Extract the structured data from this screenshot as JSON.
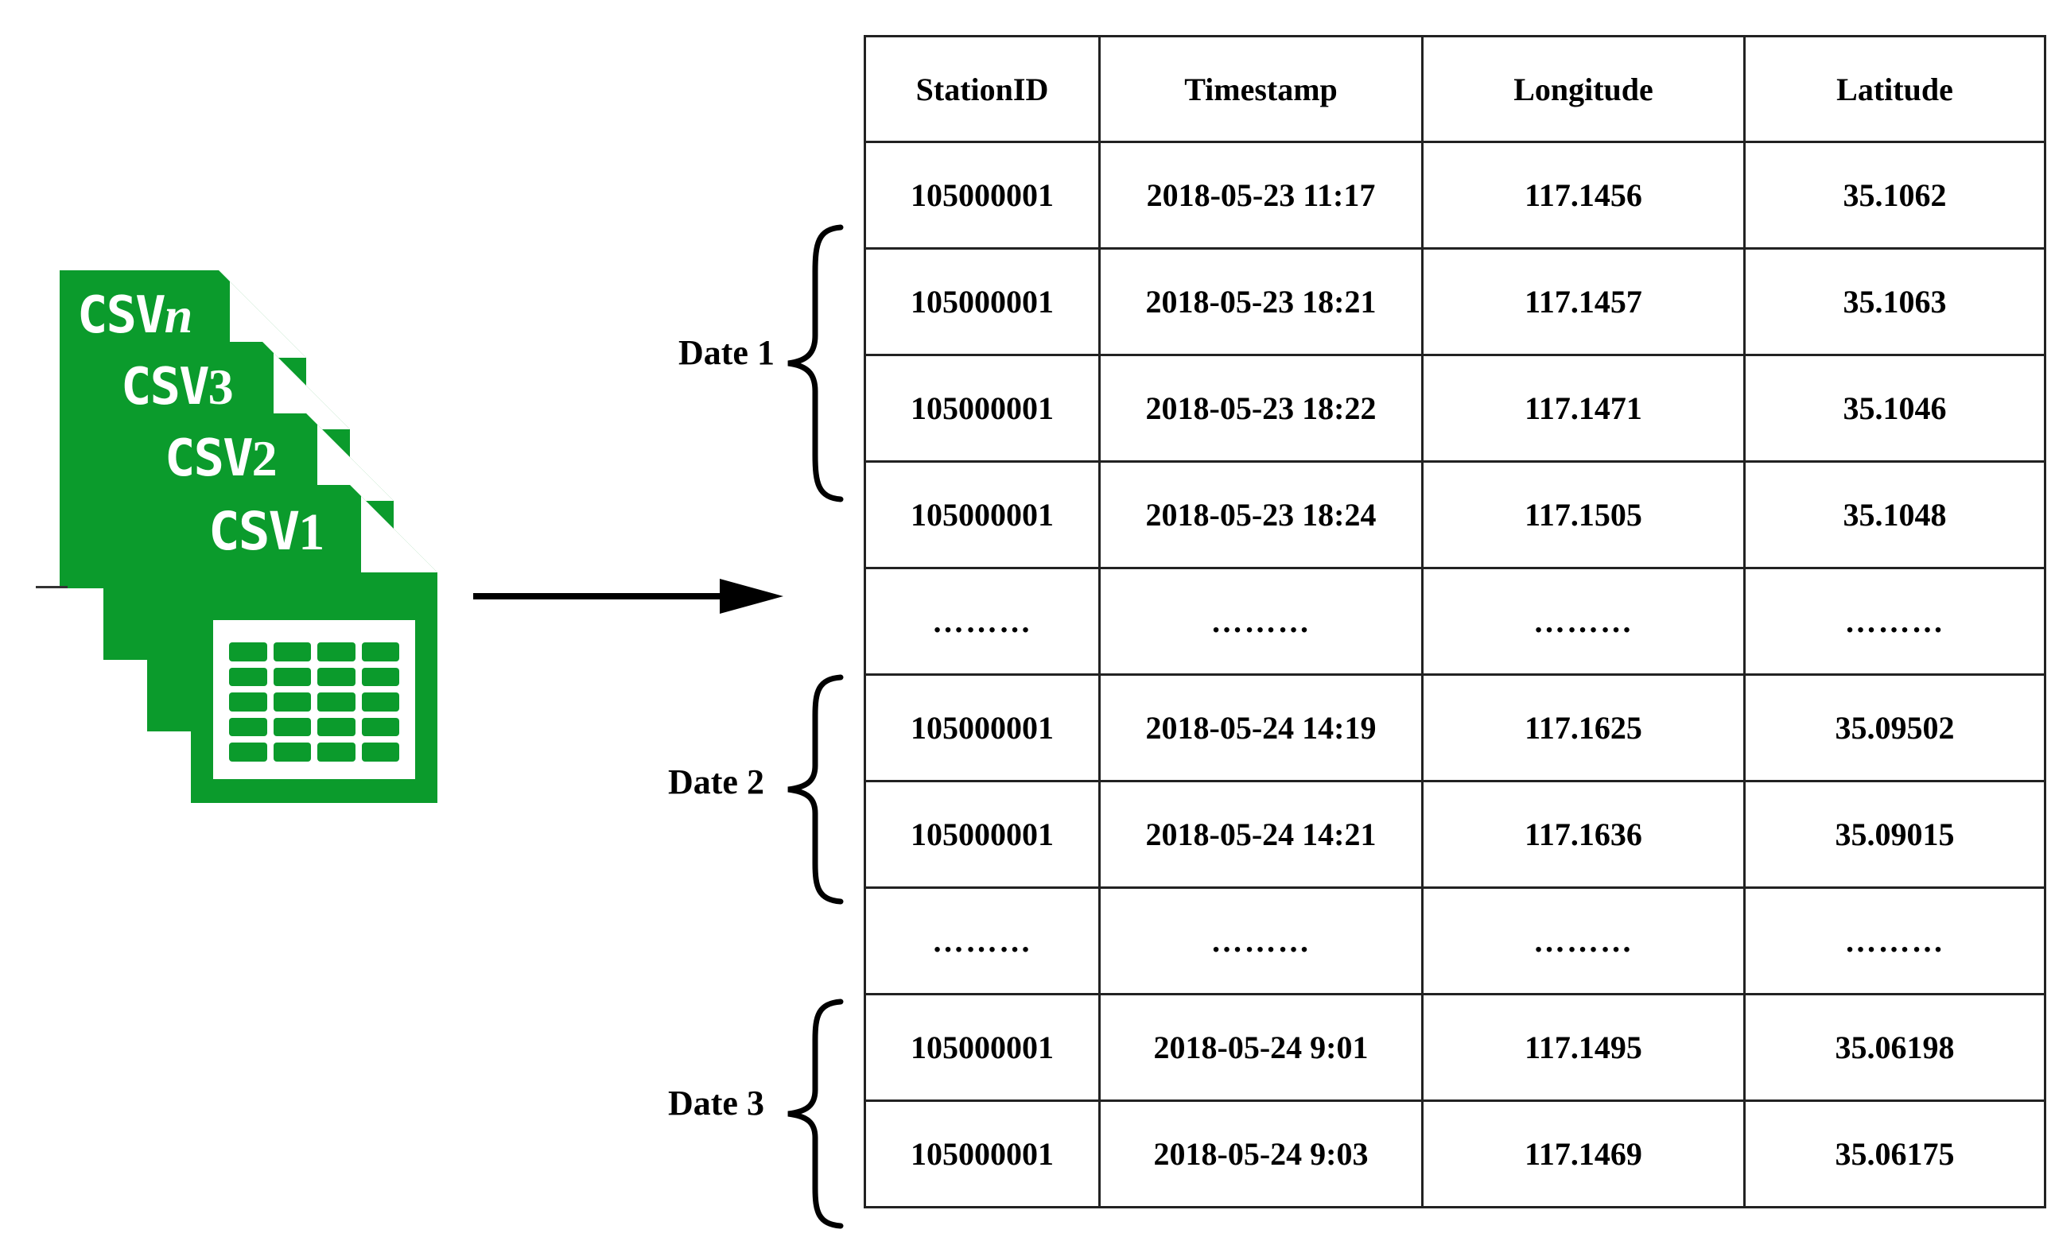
{
  "csv_files": [
    {
      "label": "CSV",
      "suffix": "n"
    },
    {
      "label": "CSV",
      "suffix": "3"
    },
    {
      "label": "CSV",
      "suffix": "2"
    },
    {
      "label": "CSV",
      "suffix": "1"
    }
  ],
  "groups": [
    {
      "label": "Date 1"
    },
    {
      "label": "Date 2"
    },
    {
      "label": "Date 3"
    }
  ],
  "table": {
    "headers": [
      "StationID",
      "Timestamp",
      "Longitude",
      "Latitude"
    ],
    "rows": [
      [
        "105000001",
        "2018-05-23 11:17",
        "117.1456",
        "35.1062"
      ],
      [
        "105000001",
        "2018-05-23 18:21",
        "117.1457",
        "35.1063"
      ],
      [
        "105000001",
        "2018-05-23 18:22",
        "117.1471",
        "35.1046"
      ],
      [
        "105000001",
        "2018-05-23 18:24",
        "117.1505",
        "35.1048"
      ],
      [
        "………",
        "………",
        "………",
        "………"
      ],
      [
        "105000001",
        "2018-05-24 14:19",
        "117.1625",
        "35.09502"
      ],
      [
        "105000001",
        "2018-05-24 14:21",
        "117.1636",
        "35.09015"
      ],
      [
        "………",
        "………",
        "………",
        "………"
      ],
      [
        "105000001",
        "2018-05-24 9:01",
        "117.1495",
        "35.06198"
      ],
      [
        "105000001",
        "2018-05-24 9:03",
        "117.1469",
        "35.06175"
      ]
    ]
  },
  "colors": {
    "csv_green": "#0b9b2c",
    "line": "#000000"
  }
}
